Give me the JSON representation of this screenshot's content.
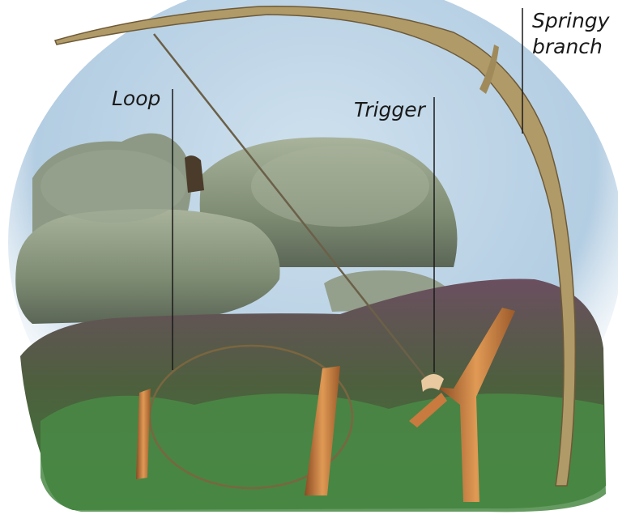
{
  "labels": {
    "loop": "Loop",
    "trigger": "Trigger",
    "springy_branch_line1": "Springy",
    "springy_branch_line2": "branch"
  },
  "colors": {
    "sky": "#b9d3e6",
    "rock": "#8f9c86",
    "rock_shadow": "#5d6a5c",
    "moss": "#6c8a3f",
    "heather": "#6b4e5e",
    "grass": "#3f7a3c",
    "wood": "#c9773a",
    "branch": "#a08a5a",
    "leader_line": "#1a1a1a"
  }
}
